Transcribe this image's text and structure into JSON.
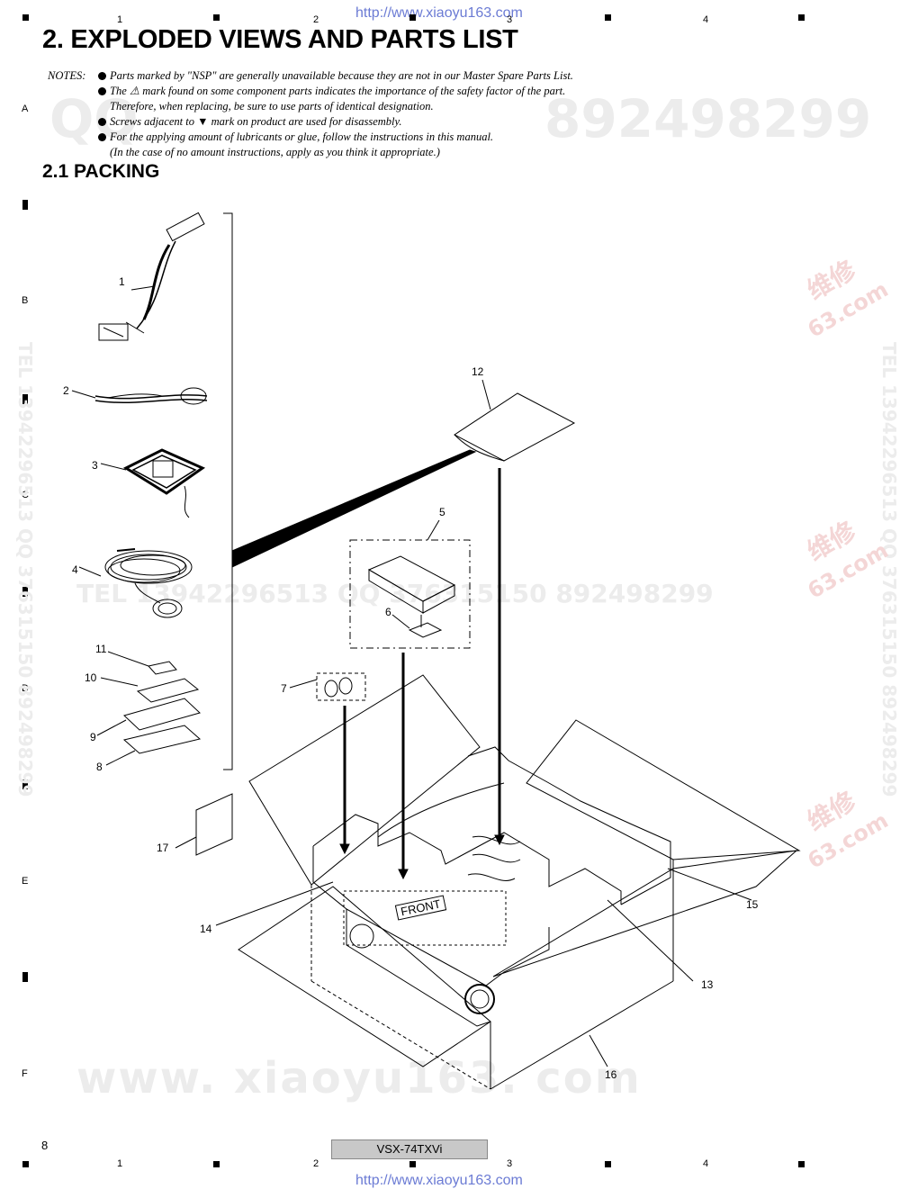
{
  "header": {
    "url_top": "http://www.xiaoyu163.com",
    "url_bottom": "http://www.xiaoyu163.com",
    "columns": [
      "1",
      "2",
      "3",
      "4"
    ],
    "rows": [
      "A",
      "B",
      "C",
      "D",
      "E",
      "F"
    ]
  },
  "title": "2. EXPLODED VIEWS AND PARTS LIST",
  "notes": {
    "label": "NOTES:",
    "items": [
      "Parts marked by \"NSP\" are generally unavailable because they are not in our Master Spare Parts List.",
      "The ⚠ mark found on some component parts indicates the importance of the safety factor of the part.",
      "Therefore, when replacing, be sure to use parts of identical designation.",
      "Screws adjacent to ▼ mark on product are used for disassembly.",
      "For the applying amount of lubricants or glue, follow the instructions in this manual.",
      "(In the case of no amount instructions, apply as you think it appropriate.)"
    ]
  },
  "section": "2.1  PACKING",
  "watermarks": {
    "qq_left": "QQ",
    "qq_number": "892498299",
    "tel_line": "TEL 13942296513   QQ 376315150   892498299",
    "tel_vertical": "TEL 13942296513 QQ 376315150 892498299",
    "site": "www. xiaoyu163. com",
    "net_cn": "维修",
    "net_com": "63.com"
  },
  "callouts": [
    "1",
    "2",
    "3",
    "4",
    "5",
    "6",
    "7",
    "8",
    "9",
    "10",
    "11",
    "12",
    "13",
    "14",
    "15",
    "16",
    "17"
  ],
  "front_label": "FRONT",
  "footer": {
    "page": "8",
    "model": "VSX-74TXVi"
  }
}
